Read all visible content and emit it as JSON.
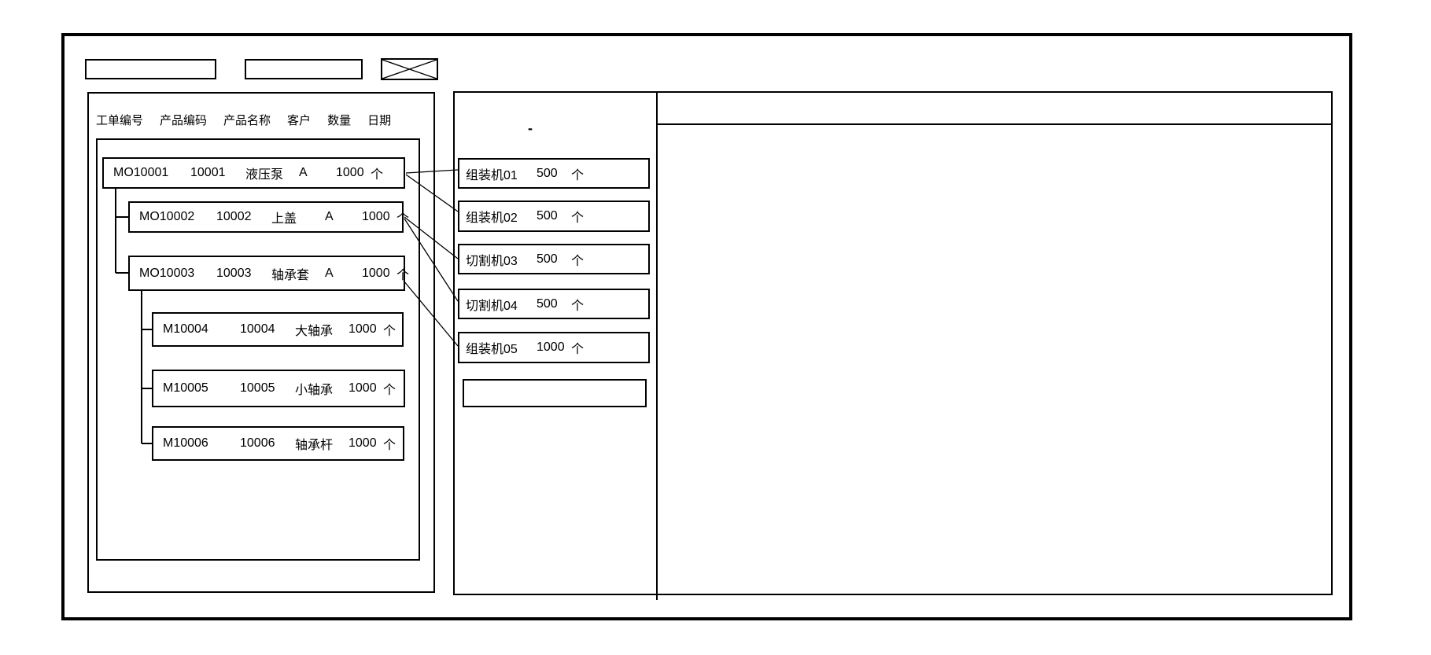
{
  "colors": {
    "line": "#000000",
    "background": "#ffffff"
  },
  "icons": {
    "close": "x-cross-box"
  },
  "toolbar": {
    "field1_value": "",
    "field2_value": ""
  },
  "left_panel": {
    "columns": [
      "工单编号",
      "产品编码",
      "产品名称",
      "客户",
      "数量",
      "日期"
    ],
    "orders": [
      {
        "wo": "MO10001",
        "code": "10001",
        "name": "液压泵",
        "customer": "A",
        "qty": "1000",
        "unit": "个"
      },
      {
        "wo": "MO10002",
        "code": "10002",
        "name": "上盖",
        "customer": "A",
        "qty": "1000",
        "unit": "个"
      },
      {
        "wo": "MO10003",
        "code": "10003",
        "name": "轴承套",
        "customer": "A",
        "qty": "1000",
        "unit": "个"
      },
      {
        "wo": "M10004",
        "code": "10004",
        "name": "大轴承",
        "customer": "",
        "qty": "1000",
        "unit": "个"
      },
      {
        "wo": "M10005",
        "code": "10005",
        "name": "小轴承",
        "customer": "",
        "qty": "1000",
        "unit": "个"
      },
      {
        "wo": "M10006",
        "code": "10006",
        "name": "轴承杆",
        "customer": "",
        "qty": "1000",
        "unit": "个"
      }
    ]
  },
  "machine_panel": {
    "mark": "-",
    "machines": [
      {
        "name": "组装机01",
        "qty": "500",
        "unit": "个"
      },
      {
        "name": "组装机02",
        "qty": "500",
        "unit": "个"
      },
      {
        "name": "切割机03",
        "qty": "500",
        "unit": "个"
      },
      {
        "name": "切割机04",
        "qty": "500",
        "unit": "个"
      },
      {
        "name": "组装机05",
        "qty": "1000",
        "unit": "个"
      },
      {
        "name": "",
        "qty": "",
        "unit": ""
      }
    ]
  },
  "right_panel": {
    "content": ""
  }
}
